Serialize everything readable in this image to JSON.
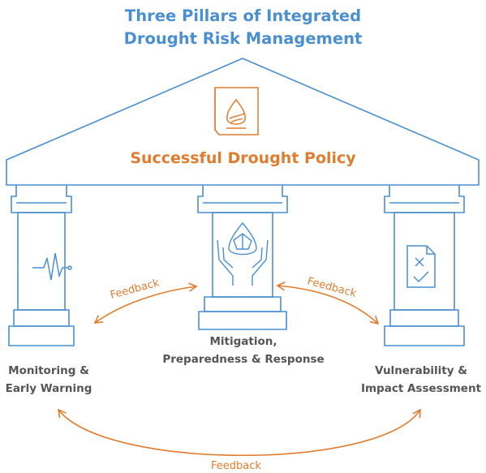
{
  "title": {
    "line1": "Three Pillars of Integrated",
    "line2": "Drought Risk Management"
  },
  "roof_label": "Successful Drought Policy",
  "pillars": {
    "left": {
      "line1": "Monitoring &",
      "line2": "Early Warning"
    },
    "center": {
      "line1": "Mitigation,",
      "line2": "Preparedness & Response"
    },
    "right": {
      "line1": "Vulnerability &",
      "line2": "Impact Assessment"
    }
  },
  "feedback": {
    "left": "Feedback",
    "right": "Feedback",
    "bottom": "Feedback"
  },
  "colors": {
    "title": "#4a8fd0",
    "structure": "#4a8fd0",
    "accent": "#e07c2f",
    "text": "#555555"
  },
  "icons": [
    "policy-document-icon",
    "heartbeat-monitor-icon",
    "hands-holding-drop-icon",
    "checklist-document-icon"
  ]
}
